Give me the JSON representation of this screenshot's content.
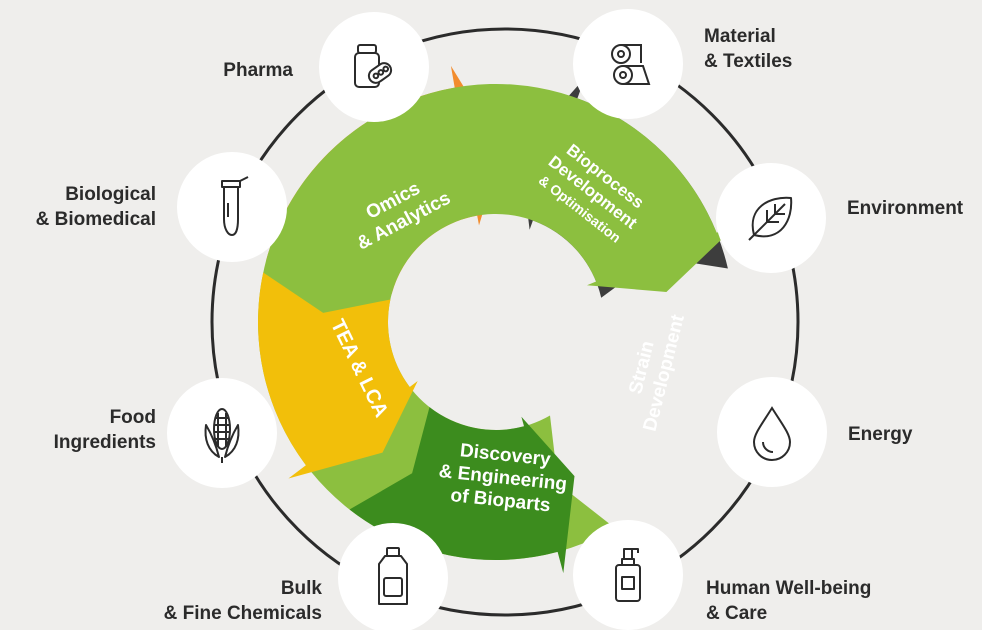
{
  "colors": {
    "background": "#efeeec",
    "ring": "#2b2b2b",
    "omics": "#f28c2e",
    "bioprocess": "#3d3d3d",
    "strain": "#8cbf3f",
    "discovery": "#3c8c1e",
    "tea": "#f2bf0a",
    "node_fill": "#ffffff",
    "icon_stroke": "#2b2b2b"
  },
  "segments": [
    {
      "id": "omics",
      "lines": [
        "Omics",
        "& Analytics"
      ]
    },
    {
      "id": "bioprocess",
      "lines": [
        "Bioprocess",
        "Development",
        "& Optimisation"
      ]
    },
    {
      "id": "strain",
      "lines": [
        "Strain",
        "Development"
      ]
    },
    {
      "id": "discovery",
      "lines": [
        "Discovery",
        "& Engineering",
        "of Bioparts"
      ]
    },
    {
      "id": "tea",
      "lines": [
        "TEA & LCA"
      ]
    }
  ],
  "applications": [
    {
      "id": "pharma",
      "icon": "pill-bottle-icon",
      "lines": [
        "Pharma"
      ]
    },
    {
      "id": "material",
      "icon": "fabric-rolls-icon",
      "lines": [
        "Material",
        "& Textiles"
      ]
    },
    {
      "id": "environment",
      "icon": "leaf-icon",
      "lines": [
        "Environment"
      ]
    },
    {
      "id": "energy",
      "icon": "droplet-icon",
      "lines": [
        "Energy"
      ]
    },
    {
      "id": "wellbeing",
      "icon": "pump-bottle-icon",
      "lines": [
        "Human Well-being",
        "& Care"
      ]
    },
    {
      "id": "chemicals",
      "icon": "chemical-bottle-icon",
      "lines": [
        "Bulk",
        "& Fine Chemicals"
      ]
    },
    {
      "id": "food",
      "icon": "corn-icon",
      "lines": [
        "Food",
        "Ingredients"
      ]
    },
    {
      "id": "biological",
      "icon": "test-tube-icon",
      "lines": [
        "Biological",
        "& Biomedical"
      ]
    }
  ]
}
